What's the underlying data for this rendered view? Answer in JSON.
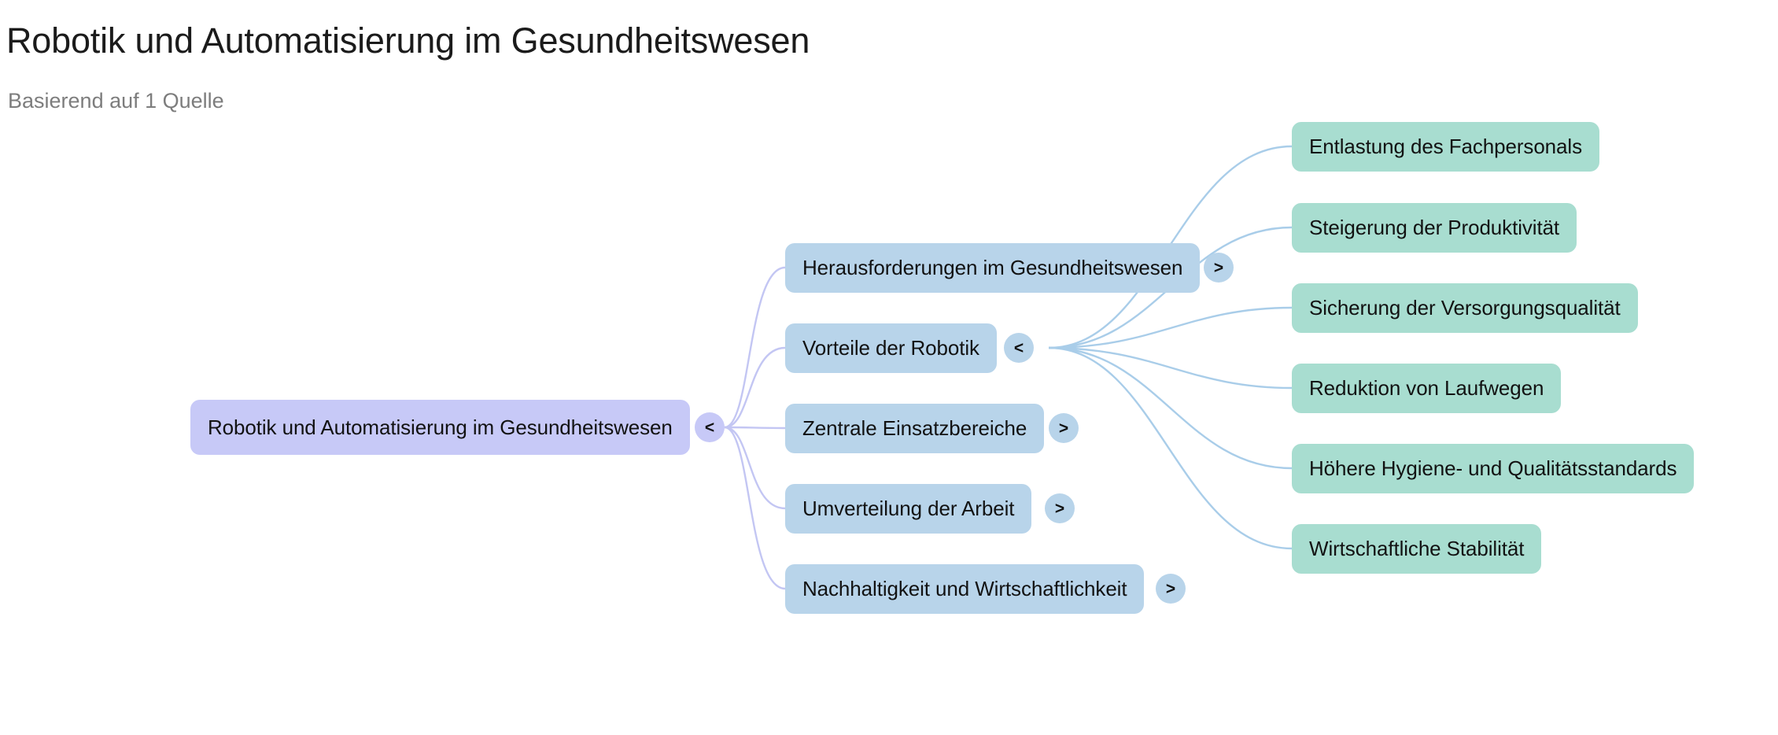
{
  "header": {
    "title": "Robotik und Automatisierung im Gesundheitswesen",
    "subtitle": "Basierend auf 1 Quelle"
  },
  "colors": {
    "root_fill": "#c7c9f7",
    "level1_fill": "#b8d4ea",
    "level2_fill": "#a8ddd0",
    "root_edge": "#c3c6f3",
    "branch_edge": "#a9cde9",
    "title_text": "#1b1b1b",
    "subtitle_text": "#7d7d7d",
    "node_text": "#121212",
    "background": "#ffffff"
  },
  "mindmap": {
    "root": {
      "label": "Robotik und Automatisierung im Gesundheitswesen",
      "toggle": "<",
      "toggle_state": "expanded",
      "toggle_icon_name": "chevron-left-icon"
    },
    "level1": [
      {
        "label": "Herausforderungen im Gesundheitswesen",
        "toggle": ">",
        "toggle_state": "collapsed",
        "toggle_icon_name": "chevron-right-icon"
      },
      {
        "label": "Vorteile der Robotik",
        "toggle": "<",
        "toggle_state": "expanded",
        "toggle_icon_name": "chevron-left-icon"
      },
      {
        "label": "Zentrale Einsatzbereiche",
        "toggle": ">",
        "toggle_state": "collapsed",
        "toggle_icon_name": "chevron-right-icon"
      },
      {
        "label": "Umverteilung der Arbeit",
        "toggle": ">",
        "toggle_state": "collapsed",
        "toggle_icon_name": "chevron-right-icon"
      },
      {
        "label": "Nachhaltigkeit und Wirtschaftlichkeit",
        "toggle": ">",
        "toggle_state": "collapsed",
        "toggle_icon_name": "chevron-right-icon"
      }
    ],
    "level2_parent": "Vorteile der Robotik",
    "level2": [
      {
        "label": "Entlastung des Fachpersonals"
      },
      {
        "label": "Steigerung der Produktivität"
      },
      {
        "label": "Sicherung der Versorgungsqualität"
      },
      {
        "label": "Reduktion von Laufwegen"
      },
      {
        "label": "Höhere Hygiene- und Qualitätsstandards"
      },
      {
        "label": "Wirtschaftliche Stabilität"
      }
    ]
  }
}
